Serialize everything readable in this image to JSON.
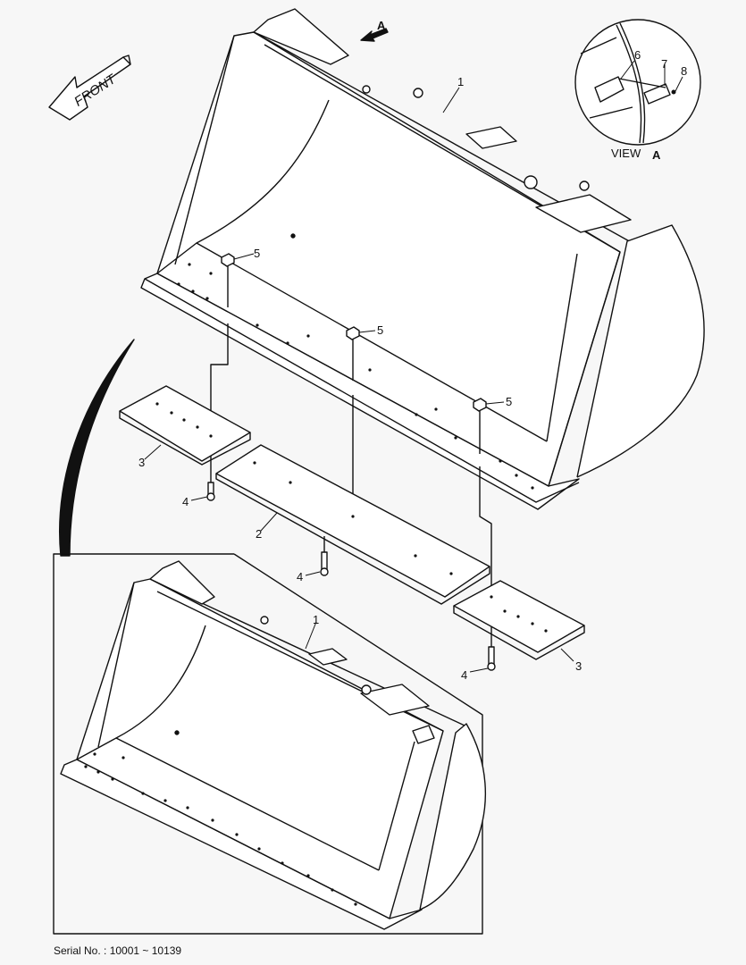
{
  "diagram": {
    "type": "exploded-parts-drawing",
    "subject": "loader bucket with cutting edges",
    "direction_indicator": {
      "label": "FRONT"
    },
    "view_arrow": {
      "label": "A"
    },
    "detail_view": {
      "label": "VIEW",
      "letter": "A"
    },
    "callouts": {
      "c1_main": "1",
      "c1_inset": "1",
      "c2": "2",
      "c3_left": "3",
      "c3_right": "3",
      "c4_left": "4",
      "c4_mid": "4",
      "c4_right": "4",
      "c5_a": "5",
      "c5_b": "5",
      "c5_c": "5",
      "c6": "6",
      "c7": "7",
      "c8": "8"
    }
  },
  "footer": {
    "serial": "Serial No. : 10001 ~ 10139"
  },
  "colors": {
    "background": "#f7f7f7",
    "line": "#111111",
    "fill": "#ffffff"
  }
}
